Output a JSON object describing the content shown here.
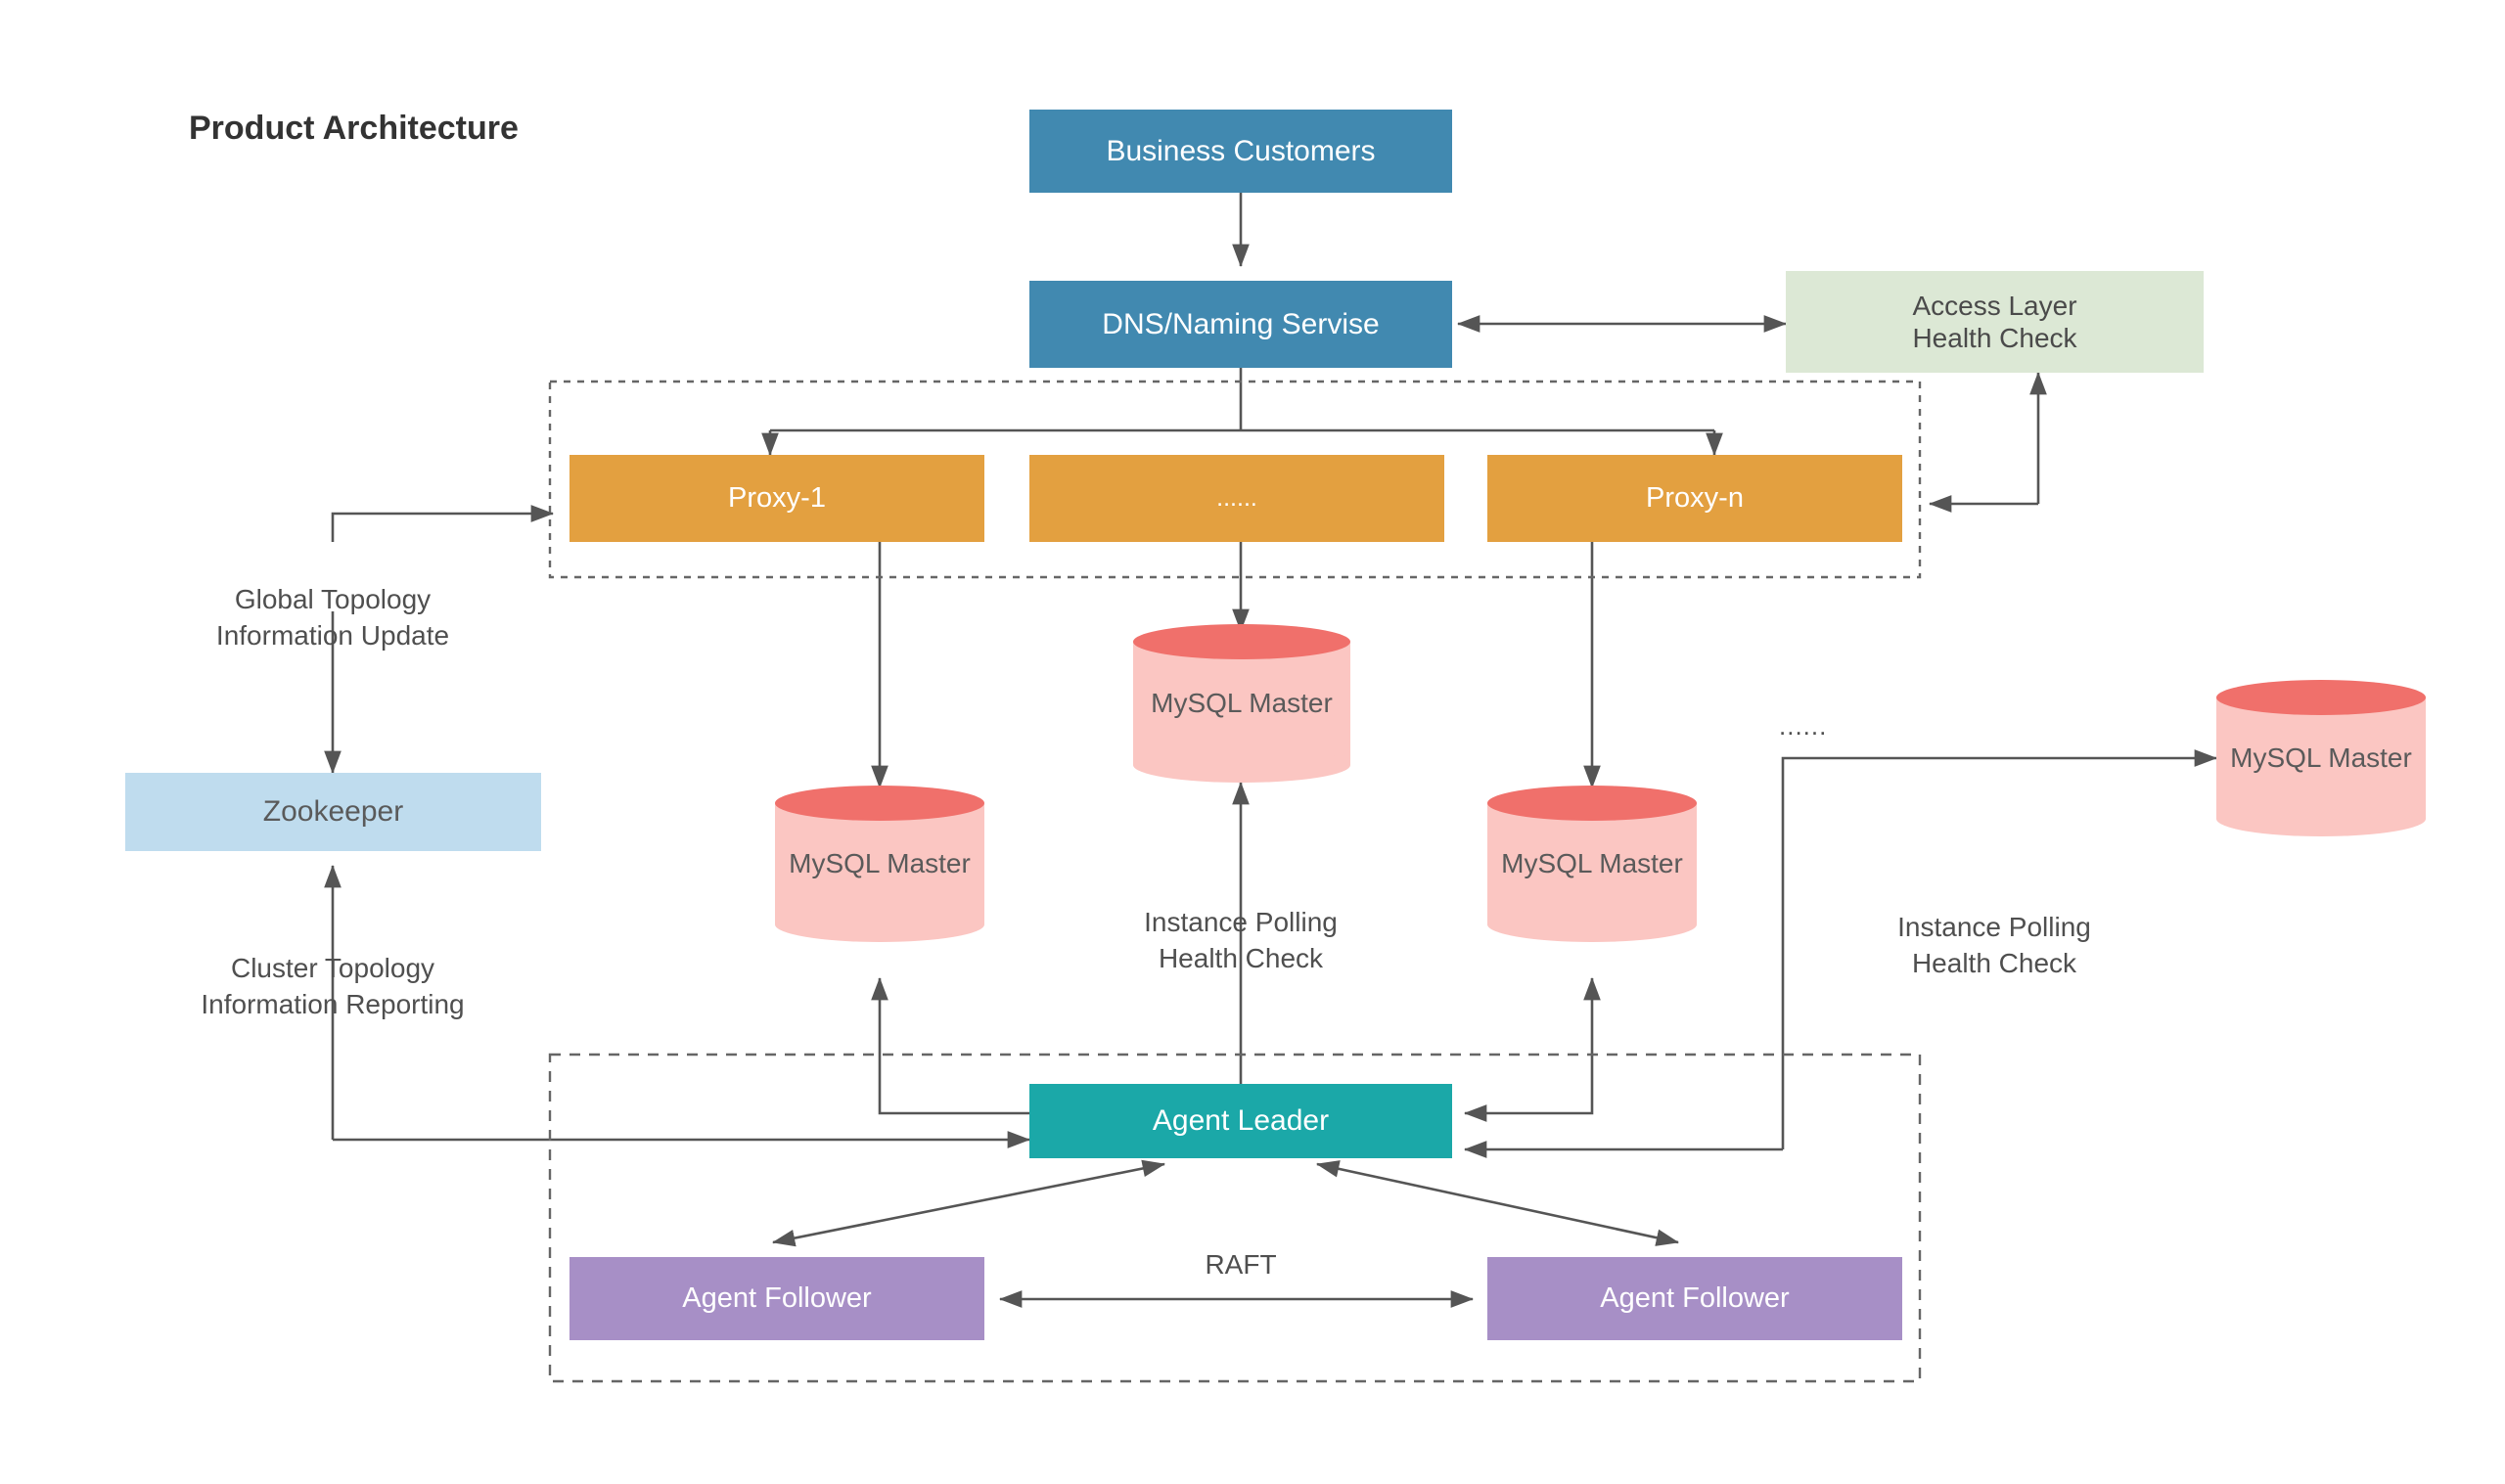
{
  "page": {
    "title": "Product Architecture",
    "background": "#ffffff"
  },
  "colors": {
    "blue": "#4189B0",
    "green": "#DCE8D5",
    "orange": "#E3A040",
    "light_blue": "#BFDCEE",
    "teal": "#1BA8A8",
    "purple": "#A78FC6",
    "cylinder_body": "#FBC6C2",
    "cylinder_top": "#F0706B",
    "arrow": "#555555",
    "text_dark": "#4F4F4F",
    "dashed_border": "#666666"
  },
  "nodes": {
    "business_customers": "Business Customers",
    "dns_naming_service": "DNS/Naming Servise",
    "access_layer_health_check": "Access Layer\nHealth Check",
    "proxy_1": "Proxy-1",
    "proxy_mid": "......",
    "proxy_n": "Proxy-n",
    "zookeeper": "Zookeeper",
    "agent_leader": "Agent Leader",
    "agent_follower_left": "Agent Follower",
    "agent_follower_right": "Agent Follower",
    "mysql_master_center": "MySQL\nMaster",
    "mysql_master_left": "MySQL\nMaster",
    "mysql_master_right": "MySQL\nMaster",
    "mysql_master_far_right": "MySQL\nMaster"
  },
  "labels": {
    "global_topology": "Global Topology\nInformation Update",
    "cluster_topology": "Cluster Topology\nInformation Reporting",
    "instance_polling_center": "Instance Polling\nHealth Check",
    "instance_polling_right": "Instance Polling\nHealth Check",
    "raft": "RAFT",
    "ellipsis_right": "......"
  },
  "groups": {
    "proxy_layer": "proxy-layer-group",
    "agent_cluster": "agent-cluster-group"
  }
}
